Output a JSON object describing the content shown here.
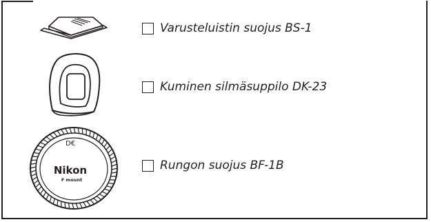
{
  "items": [
    {
      "label": "Varusteluistin suojus BS-1",
      "icon": "accessory-shoe-cover-icon",
      "checked": false
    },
    {
      "label": "Kuminen silmäsuppilo DK-23",
      "icon": "rubber-eyecup-icon",
      "checked": false
    },
    {
      "label": "Rungon suojus BF-1B",
      "icon": "body-cap-icon",
      "checked": false,
      "cap_text": {
        "symbol": "D€",
        "brand": "Nikon",
        "mount": "F mount"
      }
    }
  ],
  "colors": {
    "ink": "#231f20",
    "background": "#ffffff"
  }
}
